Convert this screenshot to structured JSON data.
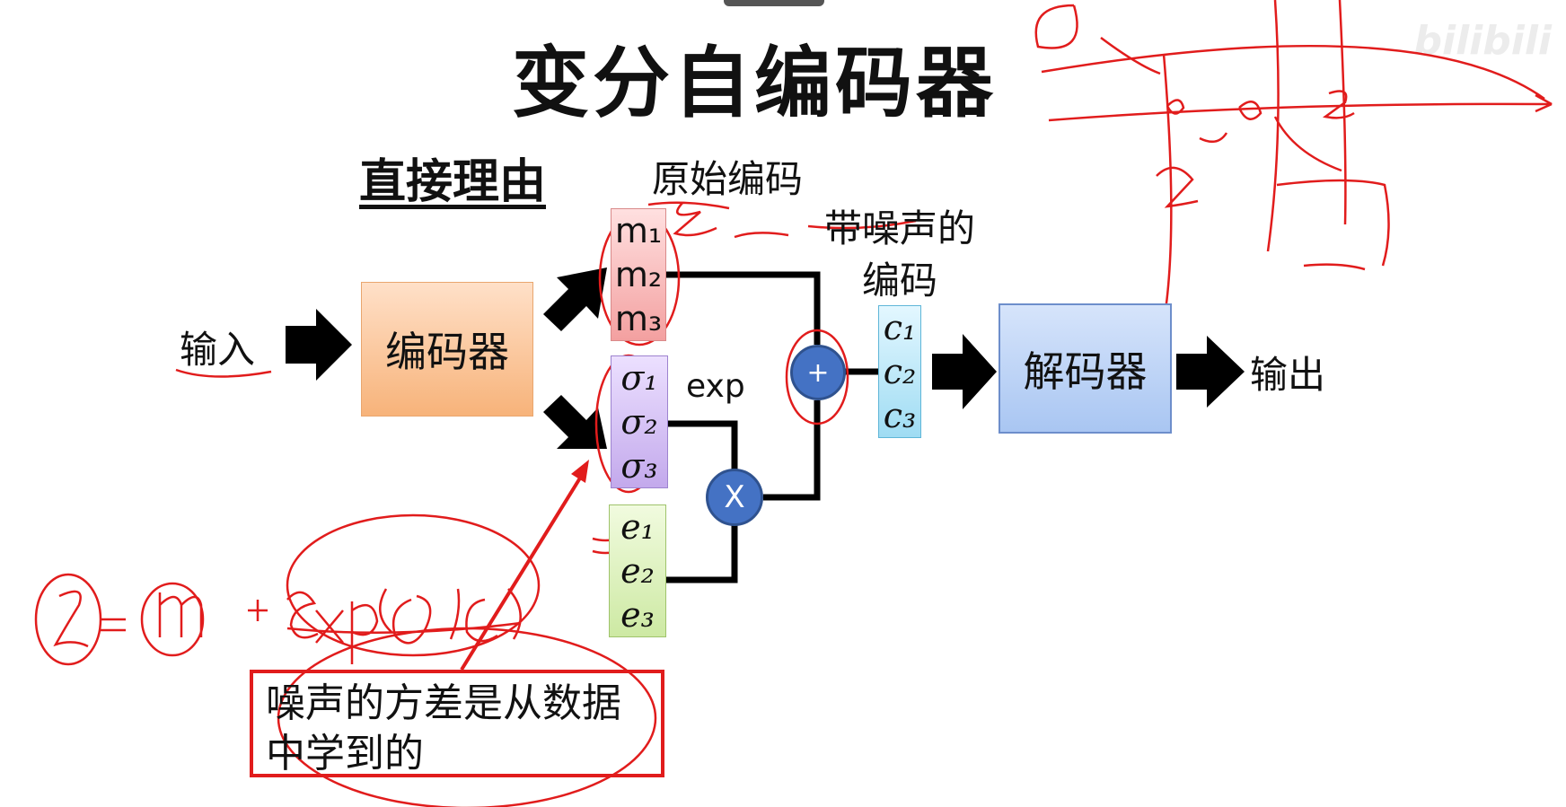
{
  "title": "变分自编码器",
  "subtitle": "直接理由",
  "labels": {
    "input": "输入",
    "encoder": "编码器",
    "decoder": "解码器",
    "output": "输出",
    "original_code": "原始编码",
    "noisy_code_line1": "带噪声的",
    "noisy_code_line2": "编码",
    "exp": "exp",
    "plus": "+",
    "times": "X"
  },
  "columns": {
    "m": [
      "m₁",
      "m₂",
      "m₃"
    ],
    "sigma": [
      "σ₁",
      "σ₂",
      "σ₃"
    ],
    "e": [
      "e₁",
      "e₂",
      "e₃"
    ],
    "c": [
      "c₁",
      "c₂",
      "c₃"
    ]
  },
  "note": {
    "line1": "噪声的方差是从数据",
    "line2": "中学到的"
  },
  "watermark": "bilibili",
  "colors": {
    "encoder": "#f7b37a",
    "decoder": "#a9c6f2",
    "annotation": "#e11c1c",
    "node": "#4472c4"
  }
}
